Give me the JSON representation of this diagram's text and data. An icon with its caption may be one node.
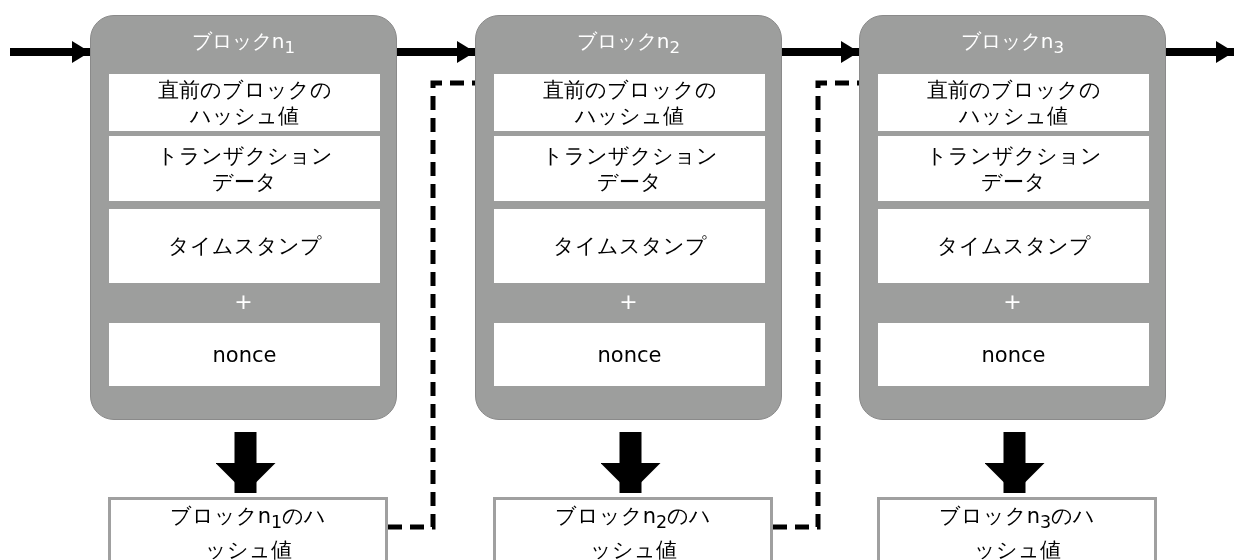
{
  "diagram": {
    "nodes": [
      {
        "text": [
          "ブロックn$_{1}$"
        ]
      },
      {
        "text": [
          "直前のブロックのハッシュ値"
        ],
        "in": 0
      },
      {
        "text": [
          "トランザクションデータ"
        ],
        "in": 0
      },
      {
        "text": [
          "タイムスタンプ"
        ],
        "in": 0
      },
      {
        "text": [
          "nonce"
        ],
        "in": 0
      },
      {
        "text": [
          "ブロックn$_{2}$"
        ]
      },
      {
        "text": [
          "直前のブロックのハッシュ値"
        ],
        "in": 5
      },
      {
        "text": [
          "トランザクションデータ"
        ],
        "in": 5
      },
      {
        "text": [
          "タイムスタンプ"
        ],
        "in": 5
      },
      {
        "text": [
          "nonce"
        ],
        "in": 5
      },
      {
        "text": [
          "ブロックn$_{3}$"
        ]
      },
      {
        "text": [
          "直前のブロックのハッシュ値"
        ],
        "in": 10
      },
      {
        "text": [
          "トランザクションデータ"
        ],
        "in": 10
      },
      {
        "text": [
          "タイムスタンプ"
        ],
        "in": 10
      },
      {
        "text": [
          "nonce"
        ],
        "in": 10
      },
      {
        "text": [
          "ブロックn$_{1}$のハッシュ値"
        ]
      },
      {
        "text": [
          "ブロックn$_{2}$のハッシュ値"
        ]
      },
      {
        "text": [
          "ブロックn$_{3}$のハッシュ値"
        ]
      }
    ],
    "edges": [
      {
        "from": null,
        "to": 0,
        "arrow": "to"
      },
      {
        "from": 0,
        "to": 5,
        "arrow": "to"
      },
      {
        "from": 5,
        "to": 10,
        "arrow": "to"
      },
      {
        "from": 10,
        "to": null,
        "arrow": "to"
      },
      {
        "from": 0,
        "to": 15,
        "arrow": "to",
        "style": "thick"
      },
      {
        "from": 5,
        "to": 16,
        "arrow": "to",
        "style": "thick"
      },
      {
        "from": 10,
        "to": 17,
        "arrow": "to",
        "style": "thick"
      },
      {
        "from": 15,
        "to": 6,
        "arrow": "to",
        "style": "dashed"
      },
      {
        "from": 16,
        "to": 11,
        "arrow": "to",
        "style": "dashed"
      }
    ],
    "labels": [
      "+",
      "+",
      "+"
    ]
  }
}
